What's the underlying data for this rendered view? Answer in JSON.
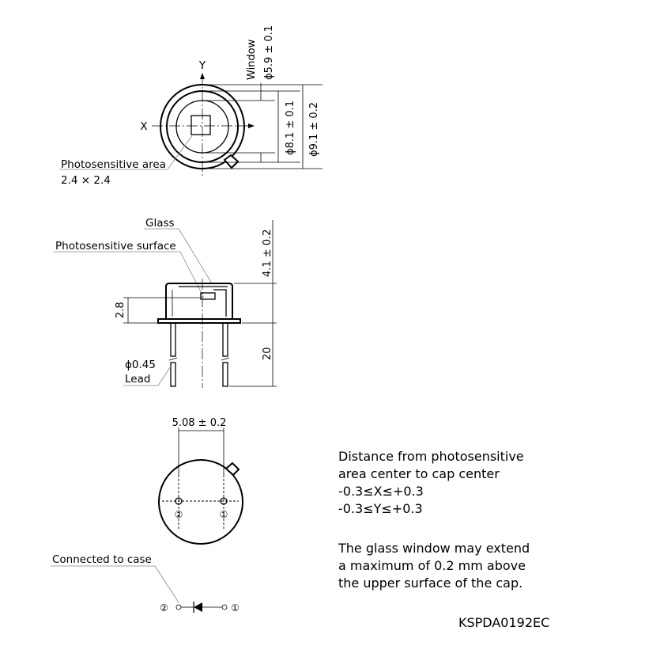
{
  "top_view": {
    "axis_y": "Y",
    "axis_x": "X",
    "window_word": "Window",
    "window_dim": "ϕ5.9 ± 0.1",
    "dim_cap": "ϕ8.1 ± 0.1",
    "dim_flange": "ϕ9.1 ± 0.2",
    "photo_area_label": "Photosensitive area",
    "photo_area_size": "2.4 × 2.4"
  },
  "side_view": {
    "glass_label": "Glass",
    "surface_label": "Photosensitive surface",
    "dim_height": "4.1 ± 0.2",
    "dim_surface": "2.8",
    "dim_lead_length": "20",
    "lead_dia": "ϕ0.45",
    "lead_label": "Lead"
  },
  "bottom_view": {
    "pitch": "5.08 ± 0.2",
    "pin2": "②",
    "pin1": "①"
  },
  "circuit": {
    "case_label": "Connected to case",
    "pin2": "②",
    "pin1": "①"
  },
  "notes": {
    "line1": "Distance from photosensitive",
    "line2": "area center to cap center",
    "line3": "-0.3≤X≤+0.3",
    "line4": "-0.3≤Y≤+0.3",
    "line5": "The glass window may extend",
    "line6": "a maximum of 0.2 mm above",
    "line7": "the upper surface of the cap."
  },
  "doc_code": "KSPDA0192EC"
}
